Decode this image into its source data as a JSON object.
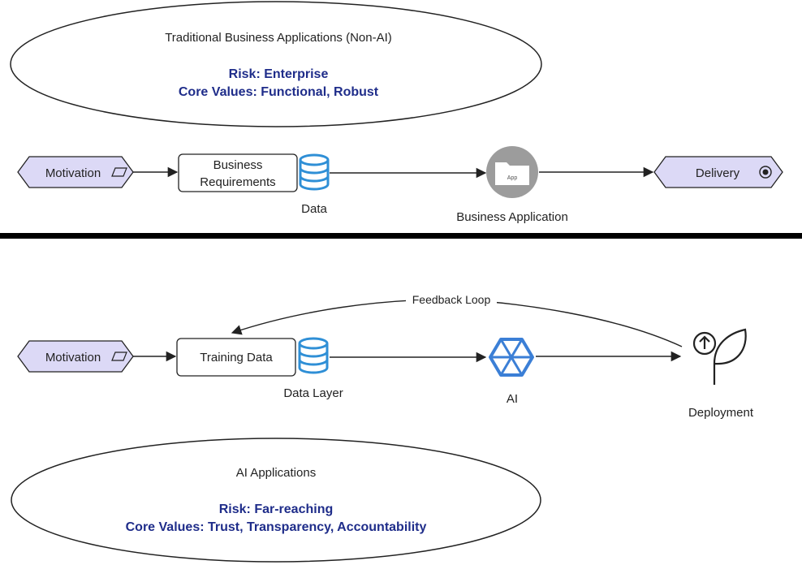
{
  "top": {
    "ellipse": {
      "title": "Traditional Business Applications (Non-AI)",
      "risk": "Risk: Enterprise",
      "values": "Core Values: Functional, Robust"
    },
    "motivation": "Motivation",
    "requirements_line1": "Business",
    "requirements_line2": "Requirements",
    "data": "Data",
    "app_icon_text": "App",
    "app_label": "Business Application",
    "delivery": "Delivery"
  },
  "bottom": {
    "motivation": "Motivation",
    "training": "Training Data",
    "data_layer": "Data Layer",
    "ai": "AI",
    "deployment": "Deployment",
    "feedback": "Feedback Loop",
    "ellipse": {
      "title": "AI Applications",
      "risk": "Risk: Far-reaching",
      "values": "Core Values: Trust, Transparency, Accountability"
    }
  },
  "colors": {
    "motivation_fill": "#dcd9f6",
    "accent_text": "#1f2d8a",
    "database_icon": "#2f8fd6",
    "ai_icon": "#3b7fd6",
    "divider": "#000000"
  }
}
